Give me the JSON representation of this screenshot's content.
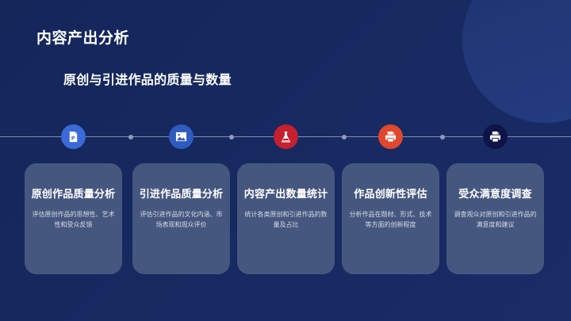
{
  "header": {
    "title": "内容产出分析",
    "subtitle": "原创与引进作品的质量与数量"
  },
  "colors": {
    "background": "#172a61",
    "card": "#46577f",
    "timeline": "#7f8db3"
  },
  "steps": [
    {
      "icon": "document-p-icon",
      "icon_color": "#3b6ad6",
      "title": "原创作品质量分析",
      "description": "评估原创作品的思想性、艺术性和受众反馈"
    },
    {
      "icon": "image-icon",
      "icon_color": "#2f5bbf",
      "title": "引进作品质量分析",
      "description": "评估引进作品的文化内涵、市场表现和观众评价"
    },
    {
      "icon": "flask-icon",
      "icon_color": "#c4202f",
      "title": "内容产出数量统计",
      "description": "统计各类原创和引进作品的数量及占比"
    },
    {
      "icon": "printer-icon",
      "icon_color": "#e0472f",
      "title": "作品创新性评估",
      "description": "分析作品在题材、形式、技术等方面的创新程度"
    },
    {
      "icon": "printer-icon",
      "icon_color": "#0e1447",
      "title": "受众满意度调查",
      "description": "调查观众对原创和引进作品的满意度和建议"
    }
  ]
}
